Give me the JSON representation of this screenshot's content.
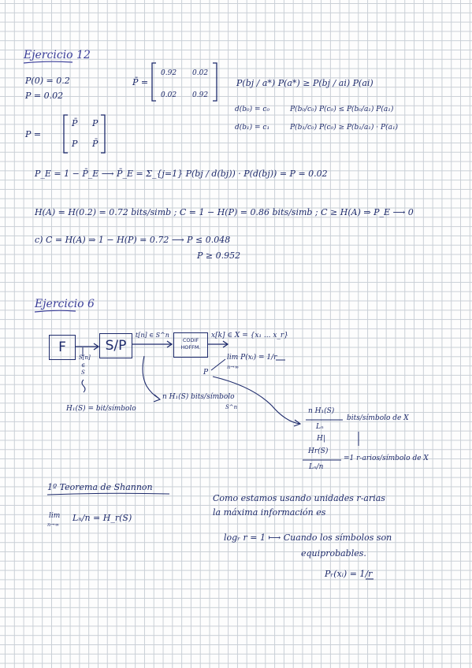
{
  "colors": {
    "ink": "#1d2a6b",
    "title_ink": "#3b3f9a",
    "grid": "#c9cfd6"
  },
  "ex12": {
    "title": "Ejercicio 12",
    "p0": "P(0) = 0.2",
    "p": "P = 0.02",
    "P_bar_label": "P̄ =",
    "matrix": [
      [
        "0.92",
        "0.02"
      ],
      [
        "0.02",
        "0.92"
      ]
    ],
    "P_label": "P =",
    "P_matrix": [
      [
        "P̄",
        "P"
      ],
      [
        "P",
        "P̄"
      ]
    ],
    "rule1": "P(bj / a*) P(a*) ≥ P(bj / ai) P(ai)",
    "d0": "d(b₀) = c₀",
    "d0_ineq": "P(b₀/c₀) P(c₀) ≤ P(b₀/a₁) P(a₁)",
    "d1": "d(b₁) = c₁",
    "d1_ineq": "P(b₁/c₀) P(c₀) ≥ P(b₁/a₁) · P(a₁)",
    "pe": "P_E = 1 − P̄_E ⟶ P̄_E = Σ_{j=1} P(bj / d(bj)) · P(d(bj)) = P = 0.02",
    "entropy": "H(A) = H(0.2) = 0.72 bits/simb ;  C = 1 − H(P) = 0.86 bits/simb ;  C ≥ H(A) ⇒ P_E ⟶ 0",
    "partc": "c)  C = H(A) ⇒ 1 − H(P) = 0.72 ⟶ P ≤ 0.048",
    "partc2": "P ≥ 0.952"
  },
  "ex6": {
    "title": "Ejercicio 6",
    "box_f": "F",
    "box_sp": "S/P",
    "box_coder": [
      "CODIF",
      "HOFFM."
    ],
    "s_n": "S[n]",
    "s_in": "∈",
    "s_set": "S",
    "t_label": "t[n] ∈ S^n",
    "x_label": "x[k] ∈ X = {x₁ ... x_r}",
    "lim_px": "lim P(xᵢ) = 1/r",
    "lim_sub": "n→∞",
    "p_mark": "P",
    "hs": "H₁(S) = bit/símbolo",
    "nh": "n H₁(S) bits/símbolo",
    "nh_s": "S^n",
    "frac1_num": "n H₁(S)",
    "frac1_den": "Lₙ",
    "frac1_unit": "bits/símbolo de X",
    "hr_rel": "H|",
    "frac2_num": "Hr(S)",
    "frac2_den": "Lₙ/n",
    "frac2_unit": "=1  r-arios/símbolo de X"
  },
  "shannon": {
    "heading": "1º Teorema de Shannon",
    "lim": "lim",
    "lim_sub": "n→∞",
    "formula": "Lₙ/n = H_r(S)",
    "note_line1": "Como estamos usando unidades r-arias",
    "note_line2": "la máxima información es",
    "log_eq": "logᵣ r = 1 ⟼ Cuando los símbolos son",
    "equip": "equiprobables.",
    "pr": "Pᵣ(xᵢ) = 1/r"
  }
}
